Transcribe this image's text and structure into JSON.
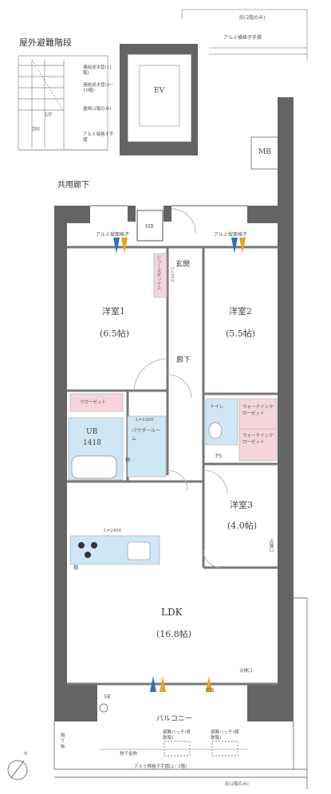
{
  "top": {
    "roof_note": "庇(2階のみ)",
    "aluminum_rail_top": "アルミ横格子手摺",
    "evac_stairs": "屋外避難階段",
    "pipe1": "連結送水管(11階)",
    "pipe2": "連結送水管(3～10階)",
    "fire_hydrant": "屋根(2階のみ)",
    "aluminum_rail_left": "アルミ縦格子手摺",
    "up": "UP",
    "dn": "DN",
    "ev": "EV",
    "mb": "MB",
    "corridor": "共用廊下"
  },
  "rooms": {
    "entrance": "玄関",
    "shoes_box": "シューズボックス",
    "shoes_len": "L=910",
    "mb_unit": "MB",
    "rail_left": "アルミ縦面格子",
    "rail_right": "アルミ縦面格子",
    "western1": "洋室1",
    "western1_size": "(6.5帖)",
    "western2": "洋室2",
    "western2_size": "(5.5帖)",
    "hallway": "廊下",
    "closet": "クローゼット",
    "toilet": "トイレ",
    "walkin1": "ウォークインクローゼット",
    "walkin2": "ウォークインクローゼット",
    "ub": "UB",
    "ub_size": "1418",
    "powder_len": "L=1000",
    "powder": "パウダールーム",
    "shelf_wash": "棚",
    "ps": "PS",
    "western3": "洋室3",
    "western3_size": "(4.0帖)",
    "inspection1": "点検口",
    "kitchen_len": "L=2400",
    "shelf_kitchen": "棚",
    "ldk": "LDK",
    "ldk_size": "(16.8帖)",
    "inspection2": "点検口"
  },
  "balcony": {
    "sk": "SK",
    "fix": "FIX",
    "label": "バルコニー",
    "hatch1": "避難ハッチ(奇数階)",
    "hatch2": "避難ハッチ(偶数階)",
    "dryer": "物干金物",
    "partition": "隔て板",
    "rail_bottom": "アルミ横格子手摺(2・3階)",
    "roof_bottom": "庇(2階のみ)",
    "north": "N"
  },
  "colors": {
    "wall": "#646464",
    "closet_pink": "#f4d5dc",
    "wet_blue": "#cfe6f4",
    "arrow_blue": "#2e6fc4",
    "arrow_orange": "#f0a020"
  }
}
